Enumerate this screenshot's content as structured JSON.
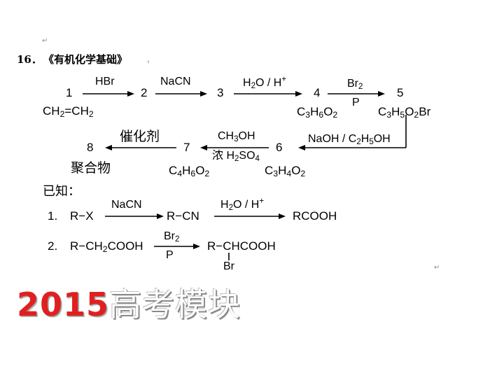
{
  "page": {
    "paragraph_mark": "↵",
    "question_number": "16．",
    "question_title": "《有机化学基础》",
    "title_mark": "‹"
  },
  "scheme": {
    "n1": "1",
    "n2": "2",
    "n3": "3",
    "n4": "4",
    "n5": "5",
    "n6": "6",
    "n7": "7",
    "n8": "8",
    "reagent_1_2": "HBr",
    "reagent_2_3": "NaCN",
    "reagent_3_4_a": "H",
    "reagent_3_4_b": "2",
    "reagent_3_4_c": "O / H",
    "reagent_3_4_d": "+",
    "reagent_4_5_top_a": "Br",
    "reagent_4_5_top_b": "2",
    "reagent_4_5_bottom": "P",
    "reagent_5_6_a": "NaOH / C",
    "reagent_5_6_b": "2",
    "reagent_5_6_c": "H",
    "reagent_5_6_d": "5",
    "reagent_5_6_e": "OH",
    "reagent_6_7_top_a": "CH",
    "reagent_6_7_top_b": "3",
    "reagent_6_7_top_c": "OH",
    "reagent_6_7_bottom_a": "浓 H",
    "reagent_6_7_bottom_b": "2",
    "reagent_6_7_bottom_c": "SO",
    "reagent_6_7_bottom_d": "4",
    "reagent_7_8": "催化剂",
    "formula_1_a": "CH",
    "formula_1_b": "2",
    "formula_1_c": "=CH",
    "formula_1_d": "2",
    "formula_4_a": "C",
    "formula_4_b": "3",
    "formula_4_c": "H",
    "formula_4_d": "6",
    "formula_4_e": "O",
    "formula_4_f": "2",
    "formula_5_a": "C",
    "formula_5_b": "3",
    "formula_5_c": "H",
    "formula_5_d": "5",
    "formula_5_e": "O",
    "formula_5_f": "2",
    "formula_5_g": "Br",
    "formula_6_a": "C",
    "formula_6_b": "3",
    "formula_6_c": "H",
    "formula_6_d": "4",
    "formula_6_e": "O",
    "formula_6_f": "2",
    "formula_7_a": "C",
    "formula_7_b": "4",
    "formula_7_c": "H",
    "formula_7_d": "6",
    "formula_7_e": "O",
    "formula_7_f": "2",
    "label_8": "聚合物"
  },
  "known": {
    "heading": "已知：",
    "r1_num": "1.",
    "r1_reactant": "R−X",
    "r1_reagent1": "NaCN",
    "r1_intermediate": "R−CN",
    "r1_reagent2_a": "H",
    "r1_reagent2_b": "2",
    "r1_reagent2_c": "O / H",
    "r1_reagent2_d": "+",
    "r1_product": "RCOOH",
    "r2_num": "2.",
    "r2_reactant_a": "R−CH",
    "r2_reactant_b": "2",
    "r2_reactant_c": "COOH",
    "r2_reagent_top_a": "Br",
    "r2_reagent_top_b": "2",
    "r2_reagent_bottom": "P",
    "r2_product": "R−CHCOOH",
    "r2_substituent": "Br"
  },
  "watermark": {
    "year": "2015",
    "text": "高考模块"
  }
}
